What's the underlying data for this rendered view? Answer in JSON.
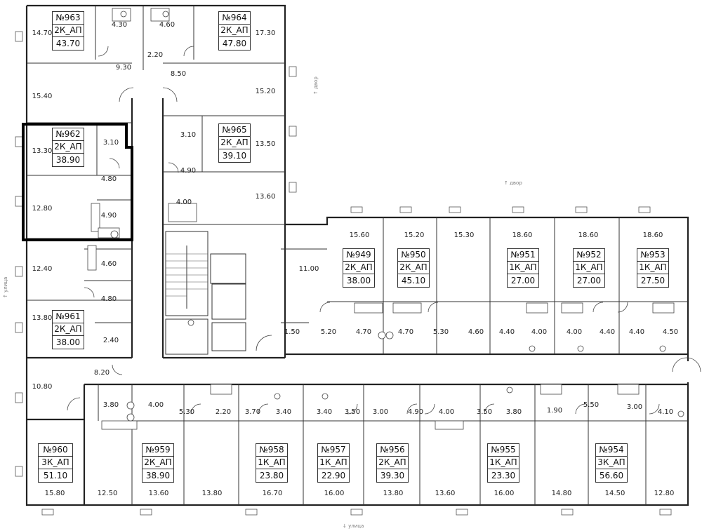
{
  "compass": {
    "dvor_top": "двор",
    "dvor_right": "двор",
    "ulitsa_left": "улица",
    "ulitsa_bottom": "улица"
  },
  "apartments": [
    {
      "id": "963",
      "number": "№963",
      "type": "2К_АП",
      "area": "43.70"
    },
    {
      "id": "964",
      "number": "№964",
      "type": "2К_АП",
      "area": "47.80"
    },
    {
      "id": "962",
      "number": "№962",
      "type": "2К_АП",
      "area": "38.90"
    },
    {
      "id": "965",
      "number": "№965",
      "type": "2К_АП",
      "area": "39.10"
    },
    {
      "id": "961",
      "number": "№961",
      "type": "2К_АП",
      "area": "38.00"
    },
    {
      "id": "949",
      "number": "№949",
      "type": "2К_АП",
      "area": "38.00"
    },
    {
      "id": "950",
      "number": "№950",
      "type": "2К_АП",
      "area": "45.10"
    },
    {
      "id": "951",
      "number": "№951",
      "type": "1К_АП",
      "area": "27.00"
    },
    {
      "id": "952",
      "number": "№952",
      "type": "1К_АП",
      "area": "27.00"
    },
    {
      "id": "953",
      "number": "№953",
      "type": "1К_АП",
      "area": "27.50"
    },
    {
      "id": "960",
      "number": "№960",
      "type": "3К_АП",
      "area": "51.10"
    },
    {
      "id": "959",
      "number": "№959",
      "type": "2К_АП",
      "area": "38.90"
    },
    {
      "id": "958",
      "number": "№958",
      "type": "1К_АП",
      "area": "23.80"
    },
    {
      "id": "957",
      "number": "№957",
      "type": "1К_АП",
      "area": "22.90"
    },
    {
      "id": "956",
      "number": "№956",
      "type": "2К_АП",
      "area": "39.30"
    },
    {
      "id": "955",
      "number": "№955",
      "type": "1К_АП",
      "area": "23.30"
    },
    {
      "id": "954",
      "number": "№954",
      "type": "3К_АП",
      "area": "56.60"
    }
  ],
  "room_areas": [
    "14.70",
    "4.30",
    "4.60",
    "17.30",
    "9.30",
    "2.20",
    "8.50",
    "15.40",
    "15.20",
    "13.30",
    "3.10",
    "3.10",
    "13.50",
    "4.80",
    "4.90",
    "13.60",
    "12.80",
    "4.90",
    "4.00",
    "12.40",
    "4.60",
    "4.80",
    "13.80",
    "2.40",
    "15.60",
    "15.20",
    "15.30",
    "18.60",
    "18.60",
    "18.60",
    "11.00",
    "1.50",
    "5.20",
    "4.70",
    "4.70",
    "5.30",
    "4.60",
    "4.40",
    "4.00",
    "4.00",
    "4.40",
    "4.40",
    "4.50",
    "8.20",
    "10.80",
    "3.80",
    "4.00",
    "5.30",
    "2.20",
    "3.70",
    "3.40",
    "3.40",
    "3.50",
    "3.00",
    "4.90",
    "4.00",
    "3.50",
    "3.80",
    "1.90",
    "5.50",
    "3.00",
    "4.10",
    "15.80",
    "12.50",
    "13.60",
    "13.80",
    "16.70",
    "16.00",
    "13.80",
    "13.60",
    "16.00",
    "14.80",
    "14.50",
    "12.80"
  ]
}
